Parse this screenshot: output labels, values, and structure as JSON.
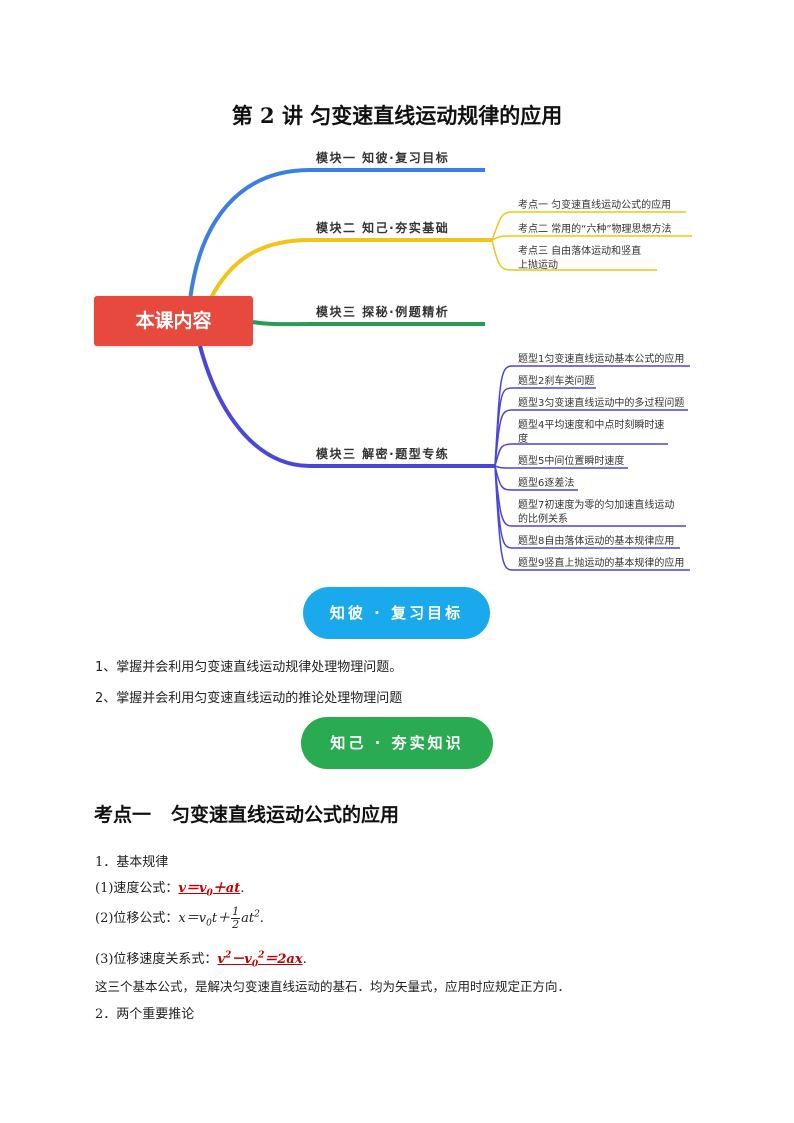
{
  "title": "第 2 讲    匀变速直线运动规律的应用",
  "mindmap": {
    "root": "本课内容",
    "branches": [
      {
        "label": "模块一  知彼·复习目标",
        "color": "#3b7fe0",
        "children": []
      },
      {
        "label": "模块二  知己·夯实基础",
        "color": "#f2c318",
        "children": [
          "考点一   匀变速直线运动公式的应用",
          "考点二   常用的“六种”物理思想方法",
          "考点三   自由落体运动和竖直",
          "上抛运动"
        ]
      },
      {
        "label": "模块三  探秘·例题精析",
        "color": "#2b9a55",
        "children": []
      },
      {
        "label": "模块三  解密·题型专练",
        "color": "#4a47d8",
        "children": [
          "题型1匀变速直线运动基本公式的应用",
          "题型2刹车类问题",
          "题型3匀变速直线运动中的多过程问题",
          "题型4平均速度和中点时刻瞬时速",
          "度",
          "题型5中间位置瞬时速度",
          "题型6逐差法",
          "题型7初速度为零的匀加速直线运动",
          "的比例关系",
          "题型8自由落体运动的基本规律应用",
          "题型9竖直上抛运动的基本规律的应用"
        ]
      }
    ]
  },
  "pill1": "知彼 · 复习目标",
  "goals": [
    "1、掌握并会利用匀变速直线运动规律处理物理问题。",
    "2、掌握并会利用匀变速直线运动的推论处理物理问题"
  ],
  "pill2": "知己 · 夯实知识",
  "section": {
    "num": "考点一",
    "title": "匀变速直线运动公式的应用"
  },
  "content": {
    "h1": "1．基本规律",
    "f1_label": "(1)速度公式：",
    "f1": "v＝v0＋at",
    "f2_label": "(2)位移公式：",
    "f2_lhs": "x＝v0t＋",
    "f2_num": "1",
    "f2_den": "2",
    "f2_rhs": "at2.",
    "f3_label": "(3)位移速度关系式：",
    "f3": "v2－v02＝2ax",
    "summary": "这三个基本公式，是解决匀变速直线运动的基石．均为矢量式，应用时应规定正方向．",
    "h2": "2．两个重要推论"
  },
  "colors": {
    "root": "#e8493e",
    "pill_blue": "#1aa9ec",
    "pill_green": "#2aab52",
    "formula_red": "#c00000"
  }
}
